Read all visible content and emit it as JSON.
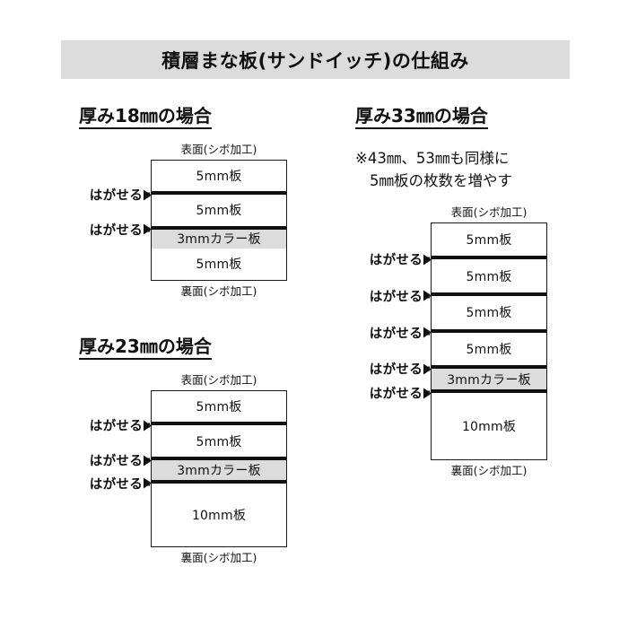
{
  "title": "積層まな板(サンドイッチ)の仕組み",
  "labels": {
    "top_face": "表面(シボ加工)",
    "bottom_face": "裏面(シボ加工)",
    "peel": "はがせる",
    "peel_arrow_icon": "arrow-right-icon"
  },
  "sections": [
    {
      "key": "t18",
      "heading": "厚み18㎜の場合",
      "layers": [
        {
          "label": "5mm板",
          "type": "white",
          "separator_above": false
        },
        {
          "label": "5mm板",
          "type": "white",
          "separator_above": true
        },
        {
          "label": "3mmカラー板",
          "type": "color",
          "separator_above": true
        },
        {
          "label": "5mm板",
          "type": "white",
          "separator_above": false
        }
      ],
      "peel_count": 2
    },
    {
      "key": "t23",
      "heading": "厚み23㎜の場合",
      "layers": [
        {
          "label": "5mm板",
          "type": "white",
          "separator_above": false
        },
        {
          "label": "5mm板",
          "type": "white",
          "separator_above": true
        },
        {
          "label": "3mmカラー板",
          "type": "color",
          "separator_above": true
        },
        {
          "label": "10mm板",
          "type": "white",
          "separator_above": true
        }
      ],
      "peel_count": 3
    },
    {
      "key": "t33",
      "heading": "厚み33㎜の場合",
      "note_line1": "※43㎜、53㎜も同様に",
      "note_line2": "5㎜板の枚数を増やす",
      "layers": [
        {
          "label": "5mm板",
          "type": "white",
          "separator_above": false
        },
        {
          "label": "5mm板",
          "type": "white",
          "separator_above": true
        },
        {
          "label": "5mm板",
          "type": "white",
          "separator_above": true
        },
        {
          "label": "5mm板",
          "type": "white",
          "separator_above": true
        },
        {
          "label": "3mmカラー板",
          "type": "color",
          "separator_above": true
        },
        {
          "label": "10mm板",
          "type": "white",
          "separator_above": true
        }
      ],
      "peel_count": 5
    }
  ],
  "colors": {
    "title_band": "#dcdcdc",
    "color_board": "#dcdcdc",
    "outline": "#1a1a1a",
    "separator": "#101010",
    "background": "#ffffff"
  }
}
